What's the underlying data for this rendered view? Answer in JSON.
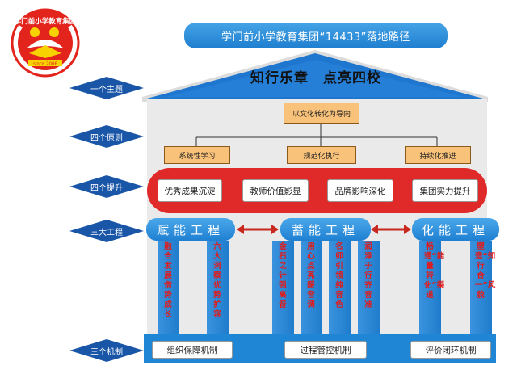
{
  "logo": {
    "text_arc": "学门前小学教育集团",
    "text_band": "since 2006",
    "colors": {
      "red": "#e3241c",
      "yellow": "#f7d100"
    }
  },
  "title": "学门前小学教育集团“14433”落地路径",
  "theme": "知行乐章　点亮四校",
  "guide": "以文化转化为导向",
  "labels": [
    "一个主题",
    "四个原则",
    "四个提升",
    "三大工程",
    "三个机制"
  ],
  "principles": [
    "系统性学习",
    "规范化执行",
    "持续化推进"
  ],
  "improvements": [
    "优秀成果沉淀",
    "教师价值影显",
    "品牌影响深化",
    "集团实力提升"
  ],
  "projects": [
    {
      "name": "赋能工程",
      "pillars": [
        "融合发展借势成长",
        "六大洞察优势扩容"
      ]
    },
    {
      "name": "蓄能工程",
      "pillars": [
        "金石之计强高音",
        "用心点亮暖音调",
        "名师引领纯音色",
        "润泽于行齐音准"
      ]
    },
    {
      "name": "化能工程",
      "pillars": [
        "畅通“能量转化”渠道",
        "塑造“知行合一”风貌"
      ]
    }
  ],
  "mechanisms": [
    "组织保障机制",
    "过程管控机制",
    "评价闭环机制"
  ],
  "colors": {
    "blue": "#1f7fd0",
    "navy": "#1a56a8",
    "red": "#e02a2a",
    "orange": "#f8c27a",
    "gray": "#eaeaea"
  }
}
